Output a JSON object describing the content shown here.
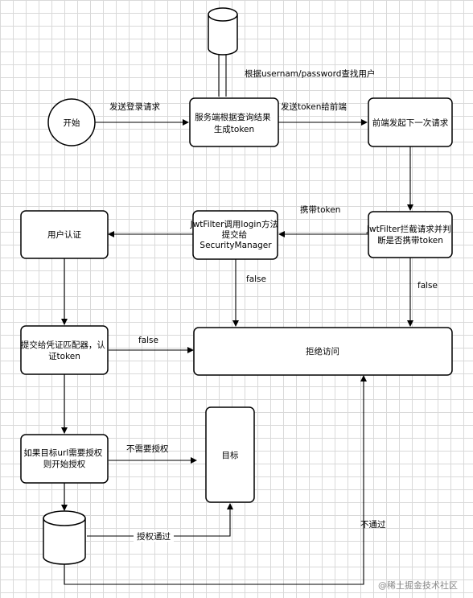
{
  "nodes": {
    "start": "开始",
    "server_gen_token": [
      "服务端根据查询结果",
      "生成token"
    ],
    "frontend_next": "前端发起下一次请求",
    "jwtfilter_intercept": [
      "JwtFilter拦截请求并判",
      "断是否携带token"
    ],
    "jwtfilter_login": [
      "JwtFilter调用login方法",
      "提交给",
      "SecurityManager"
    ],
    "user_auth": "用户认证",
    "credential_match": [
      "提交给凭证匹配器，认",
      "证token"
    ],
    "deny": "拒绝访问",
    "authorize": [
      "如果目标url需要授权",
      "则开始授权"
    ],
    "target": "目标"
  },
  "edges": {
    "send_login": "发送登录请求",
    "query_user": "根据usernam/password查找用户",
    "send_token": "发送token给前端",
    "carry_token": "携带token",
    "false_login": "false",
    "false_filter": "false",
    "false_credential": "false",
    "no_auth_needed": "不需要授权",
    "auth_passed": "授权通过",
    "not_passed": "不通过"
  },
  "watermark": "@稀土掘金技术社区"
}
